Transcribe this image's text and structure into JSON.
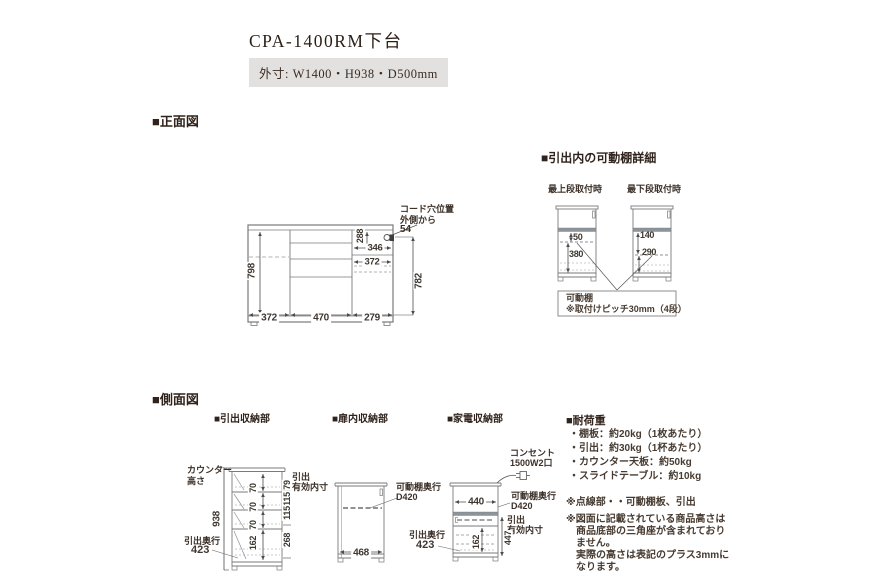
{
  "colors": {
    "box_bg": "#e3e1e0",
    "text_dark": "#30231b",
    "band_gray": "#8d959c",
    "line_gray": "#7a7a7a"
  },
  "header": {
    "title": "CPA-1400RM下台",
    "outer_size": "外寸: W1400・H938・D500mm"
  },
  "front_view": {
    "heading": "■正面図",
    "cord_hole_note": {
      "line1": "コード穴位置",
      "line2": "外側から",
      "line3": "54"
    },
    "dims": {
      "inner_height_left": "798",
      "width_left": "372",
      "width_center": "470",
      "width_right": "279",
      "niche_height": "288",
      "niche_width": "346",
      "slide_width": "372",
      "inner_height_right": "782"
    }
  },
  "shelf_detail": {
    "heading": "■引出内の可動棚詳細",
    "top_mount_label": "最上段取付時",
    "bottom_mount_label": "最下段取付時",
    "top_mount": {
      "above": "50",
      "below": "380"
    },
    "bottom_mount": {
      "above": "140",
      "below": "290"
    },
    "callout": {
      "line1": "可動棚",
      "line2": "※取付けピッチ30mm（4段）"
    }
  },
  "side_view": {
    "heading": "■側面図",
    "drawer_section": {
      "label": "■引出収納部",
      "counter_line1": "カウンター",
      "counter_line2": "高さ",
      "total_height": "938",
      "drawer_inner_heights": [
        "70",
        "70",
        "70",
        "162"
      ],
      "front_heights": [
        "79",
        "115",
        "115",
        "268"
      ],
      "effective_line1": "引出",
      "effective_line2": "有効内寸",
      "depth_label": "引出奥行",
      "depth_value": "423"
    },
    "door_section": {
      "label": "■扉内収納部",
      "shelf_depth_line1": "可動棚奥行",
      "shelf_depth_line2": "D420",
      "inner_depth": "468"
    },
    "appliance_section": {
      "label": "■家電収納部",
      "outlet_line1": "コンセント",
      "outlet_line2": "1500W2口",
      "top_inner_width": "440",
      "shelf_depth_line1": "可動棚奥行",
      "shelf_depth_line2": "D420",
      "effective_line1": "引出",
      "effective_line2": "有効内寸",
      "effective_height": "447",
      "drawer_inner_height": "162",
      "depth_label": "引出奥行",
      "depth_value": "423"
    }
  },
  "load_capacity": {
    "heading": "■耐荷重",
    "items": [
      "・棚板：約20kg（1枚あたり）",
      "・引出：約30kg（1杯あたり）",
      "・カウンター天板：約50kg",
      "・スライドテーブル：約10kg"
    ]
  },
  "notes": {
    "dotted": "※点線部・・可動棚板、引出",
    "height_line1": "※図面に記載されている商品高さは",
    "height_line2": "商品底部の三角座が含まれており",
    "height_line3": "ません。",
    "height_line4": "実際の高さは表記のプラス3mmに",
    "height_line5": "なります。"
  }
}
